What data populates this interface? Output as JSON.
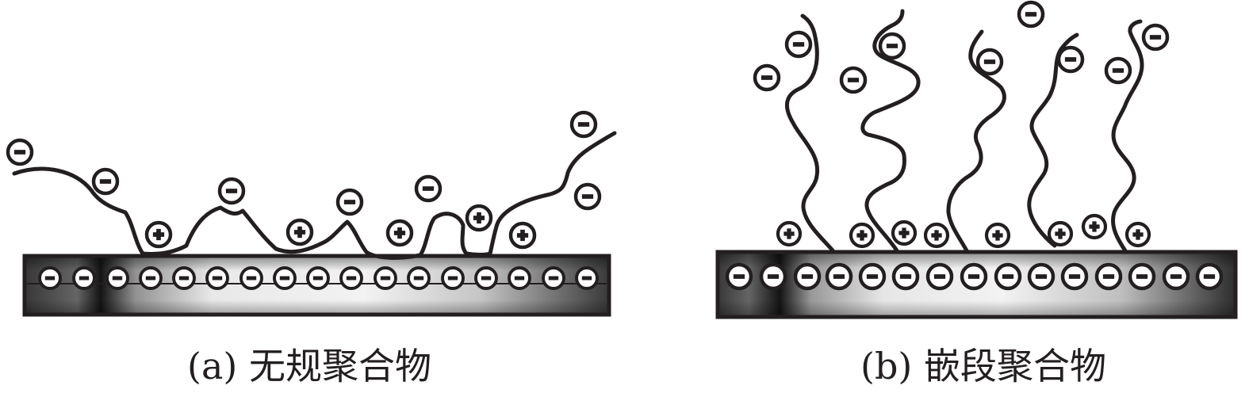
{
  "panels": [
    {
      "id": "a",
      "caption": "(a) 无规聚合物",
      "surface_charge": "negative",
      "polymer_charges": [
        "−",
        "−",
        "−",
        "−",
        "−",
        "+",
        "+",
        "+",
        "+",
        "+"
      ]
    },
    {
      "id": "b",
      "caption": "(b) 嵌段聚合物",
      "surface_charge": "negative",
      "polymer_charges": [
        "−",
        "−",
        "−",
        "−",
        "−",
        "+",
        "+",
        "+"
      ]
    }
  ],
  "colors": {
    "ink": "#231f20",
    "substrate_dark": "#1e1e1e",
    "substrate_light": "#ffffff"
  },
  "icons": {
    "negative": "minus-circle-icon",
    "positive": "plus-circle-icon"
  }
}
